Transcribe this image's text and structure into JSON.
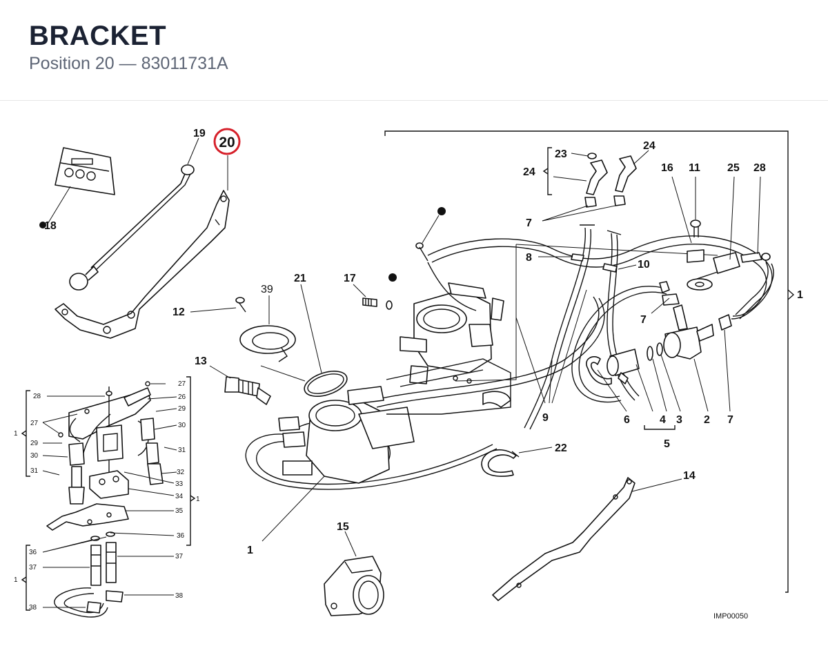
{
  "header": {
    "title": "BRACKET",
    "subtitle": "Position 20 — 83011731A"
  },
  "diagram": {
    "highlight_color": "#d6202a",
    "drawing_code": "IMP00050",
    "callouts": {
      "c19": "19",
      "c20": "20",
      "c18": "18",
      "c12": "12",
      "c39": "39",
      "c21": "21",
      "c17": "17",
      "c13": "13",
      "c1a": "1",
      "c1b": "1",
      "c15": "15",
      "c22": "22",
      "c14": "14",
      "c9": "9",
      "c8": "8",
      "c10": "10",
      "c7a": "7",
      "c7b": "7",
      "c7c": "7",
      "c24a": "24",
      "c24b": "24",
      "c23": "23",
      "c16": "16",
      "c11": "11",
      "c25": "25",
      "c28": "28",
      "c6": "6",
      "c4": "4",
      "c3": "3",
      "c2": "2",
      "c5": "5"
    },
    "inset_callouts": {
      "i27a": "27",
      "i28": "28",
      "i26": "26",
      "i29a": "29",
      "i27b": "27",
      "i30a": "30",
      "i29b": "29",
      "i31a": "31",
      "i30b": "30",
      "i31b": "31",
      "i32": "32",
      "i33": "33",
      "i34": "34",
      "i35": "35",
      "i36a": "36",
      "i36b": "36",
      "i37a": "37",
      "i37b": "37",
      "i38a": "38",
      "i38b": "38",
      "i1a": "1",
      "i1b": "1",
      "i1c": "1"
    }
  }
}
